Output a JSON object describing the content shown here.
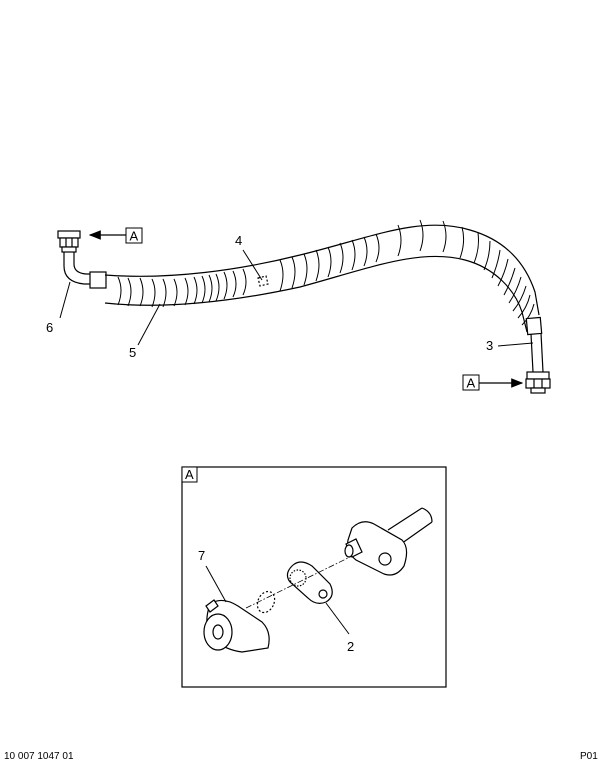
{
  "callouts": {
    "c2": "2",
    "c3": "3",
    "c4": "4",
    "c5": "5",
    "c6": "6",
    "c7": "7"
  },
  "view_marks": {
    "left_ref": "A",
    "right_ref": "A",
    "detail_box": "A"
  },
  "footer": {
    "left": "10 007 1047 01",
    "right": "P01"
  }
}
